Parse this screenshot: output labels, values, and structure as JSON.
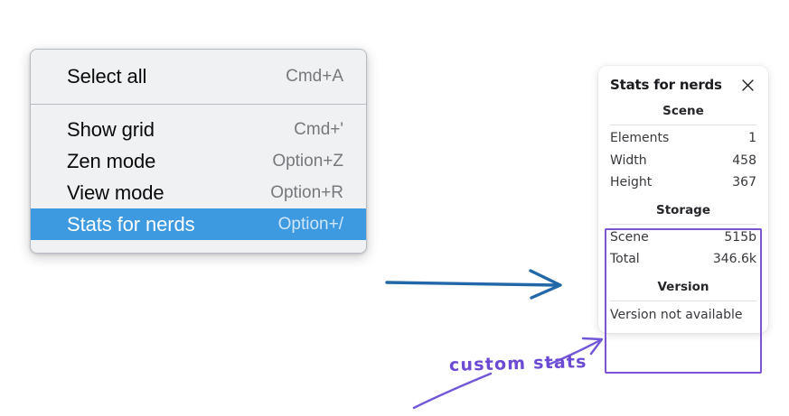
{
  "colors": {
    "menu_background": "#f0f1f3",
    "menu_border": "#b7bcc4",
    "menu_highlight": "#3d9ae0",
    "menu_text": "#0a0a0a",
    "menu_shortcut_text": "#77787c",
    "panel_background": "#ffffff",
    "panel_text": "#38383d",
    "annotation_purple": "#6b4ad4",
    "highlight_box_purple": "#7c52d6",
    "arrow_blue": "#2268a8",
    "page_background": "#ffffff"
  },
  "context_menu": {
    "name": "context-menu",
    "groups": [
      {
        "items": [
          {
            "label": "Select all",
            "shortcut": "Cmd+A",
            "selected": false
          }
        ]
      },
      {
        "items": [
          {
            "label": "Show grid",
            "shortcut": "Cmd+'",
            "selected": false
          },
          {
            "label": "Zen mode",
            "shortcut": "Option+Z",
            "selected": false
          },
          {
            "label": "View mode",
            "shortcut": "Option+R",
            "selected": false
          },
          {
            "label": "Stats for nerds",
            "shortcut": "Option+/",
            "selected": true
          }
        ]
      }
    ]
  },
  "stats_panel": {
    "title": "Stats for nerds",
    "close_icon": "close-icon",
    "sections": [
      {
        "title": "Scene",
        "rows": [
          {
            "label": "Elements",
            "value": "1"
          },
          {
            "label": "Width",
            "value": "458"
          },
          {
            "label": "Height",
            "value": "367"
          }
        ]
      },
      {
        "title": "Storage",
        "rows": [
          {
            "label": "Scene",
            "value": "515b"
          },
          {
            "label": "Total",
            "value": "346.6k"
          }
        ]
      },
      {
        "title": "Version",
        "note": "Version not available"
      }
    ]
  },
  "annotations": {
    "handwritten_label": "custom stats",
    "flow_arrow_icon": "arrow-right-icon",
    "callout_arrow_icon": "arrow-up-right-icon",
    "underline_icon": "underline-stroke-icon"
  }
}
